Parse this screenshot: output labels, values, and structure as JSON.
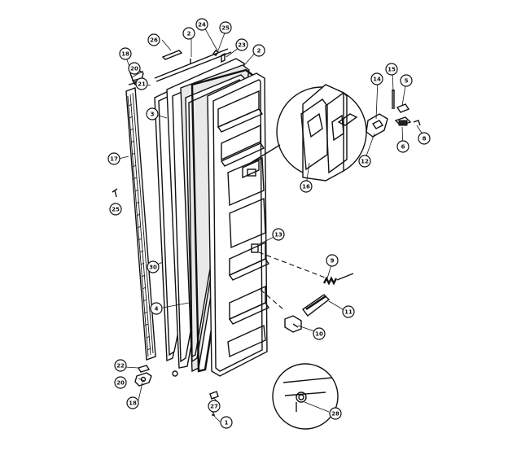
{
  "callouts": [
    {
      "id": "c1",
      "label": "1"
    },
    {
      "id": "c2a",
      "label": "2"
    },
    {
      "id": "c2b",
      "label": "2"
    },
    {
      "id": "c3",
      "label": "3"
    },
    {
      "id": "c4",
      "label": "4"
    },
    {
      "id": "c5",
      "label": "5"
    },
    {
      "id": "c6",
      "label": "6"
    },
    {
      "id": "c8",
      "label": "8"
    },
    {
      "id": "c9",
      "label": "9"
    },
    {
      "id": "c10",
      "label": "10"
    },
    {
      "id": "c11",
      "label": "11"
    },
    {
      "id": "c12",
      "label": "12"
    },
    {
      "id": "c13",
      "label": "13"
    },
    {
      "id": "c14",
      "label": "14"
    },
    {
      "id": "c15",
      "label": "15"
    },
    {
      "id": "c16",
      "label": "16"
    },
    {
      "id": "c17",
      "label": "17"
    },
    {
      "id": "c18a",
      "label": "18"
    },
    {
      "id": "c18b",
      "label": "18"
    },
    {
      "id": "c20a",
      "label": "20"
    },
    {
      "id": "c20b",
      "label": "20"
    },
    {
      "id": "c21",
      "label": "21"
    },
    {
      "id": "c22",
      "label": "22"
    },
    {
      "id": "c23",
      "label": "23"
    },
    {
      "id": "c24",
      "label": "24"
    },
    {
      "id": "c25a",
      "label": "25"
    },
    {
      "id": "c25b",
      "label": "25"
    },
    {
      "id": "c26",
      "label": "26"
    },
    {
      "id": "c27",
      "label": "27"
    },
    {
      "id": "c28",
      "label": "28"
    },
    {
      "id": "c30",
      "label": "30"
    }
  ]
}
